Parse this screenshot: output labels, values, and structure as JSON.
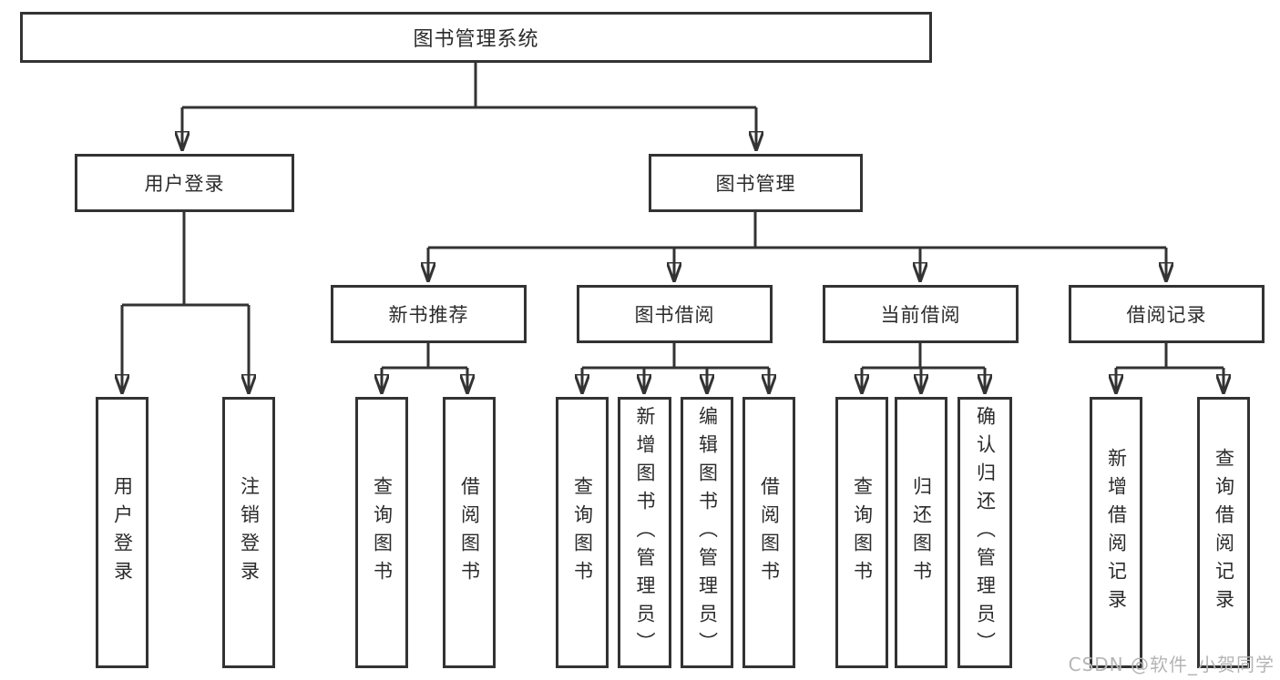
{
  "diagram": {
    "title": "图书管理系统",
    "level2": [
      {
        "label": "用户登录"
      },
      {
        "label": "图书管理"
      }
    ],
    "level3": [
      {
        "label": "新书推荐"
      },
      {
        "label": "图书借阅"
      },
      {
        "label": "当前借阅"
      },
      {
        "label": "借阅记录"
      }
    ],
    "leaves": {
      "user_login": [
        "用户登录",
        "注销登录"
      ],
      "new_book_recommend": [
        "查询图书",
        "借阅图书"
      ],
      "book_borrow": [
        "查询图书",
        "新增图书（管理员）",
        "编辑图书（管理员）",
        "借阅图书"
      ],
      "current_borrow": [
        "查询图书",
        "归还图书",
        "确认归还（管理员）"
      ],
      "borrow_records": [
        "新增借阅记录",
        "查询借阅记录"
      ]
    }
  },
  "watermark": "CSDN @软件_小贺同学",
  "colors": {
    "line": "#333333",
    "text": "#2b2b2b",
    "watermark": "#b5b5b5",
    "background": "#ffffff"
  }
}
